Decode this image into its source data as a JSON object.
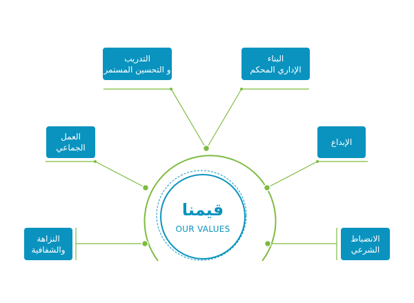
{
  "center": {
    "title_ar": "قيمنا",
    "title_en": "OUR VALUES"
  },
  "values": [
    {
      "id": "training",
      "lines": [
        "التدريب",
        "و التحسين المستمر"
      ]
    },
    {
      "id": "structure",
      "lines": [
        "البناء",
        "الإداري المحكم"
      ]
    },
    {
      "id": "teamwork",
      "lines": [
        "العمل",
        "الجماعي"
      ]
    },
    {
      "id": "creativity",
      "lines": [
        "الإبداع"
      ]
    },
    {
      "id": "integrity",
      "lines": [
        "النزاهة",
        "والشفافية"
      ]
    },
    {
      "id": "discipline",
      "lines": [
        "الانضباط",
        "الشرعي"
      ]
    }
  ],
  "colors": {
    "box": "#0a93bf",
    "line": "#7dbb3f",
    "circle_border": "#0a93bf",
    "center_text": "#0a93bf",
    "background": "#ffffff"
  }
}
